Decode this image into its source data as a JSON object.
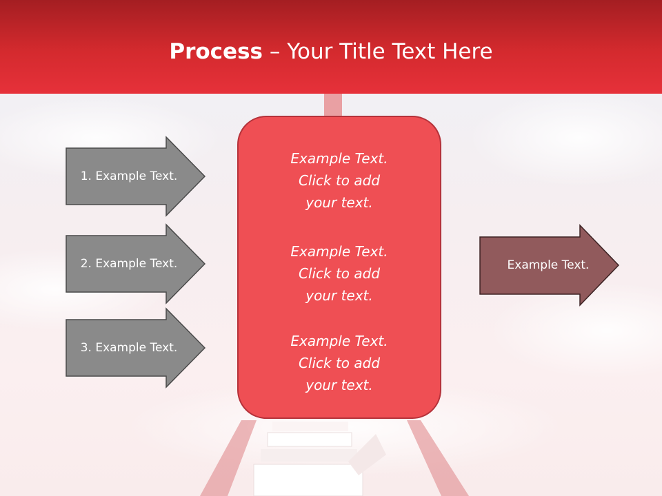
{
  "slide": {
    "title_bold": "Process",
    "title_rest": " – Your Title Text Here"
  },
  "left_arrows": [
    {
      "label": "1. Example Text."
    },
    {
      "label": "2. Example Text."
    },
    {
      "label": "3. Example Text."
    }
  ],
  "center_blocks": [
    {
      "lines": [
        "Example Text.",
        "Click  to add",
        "your text."
      ]
    },
    {
      "lines": [
        "Example Text.",
        "Click  to add",
        "your text."
      ]
    },
    {
      "lines": [
        "Example Text.",
        "Click  to add",
        "your text."
      ]
    }
  ],
  "right_arrow": {
    "label": "Example Text."
  },
  "colors": {
    "header": "#d42a2e",
    "center_box": "#ef4f54",
    "left_arrow_fill": "#8a8a8a",
    "right_arrow_fill": "#915a5c"
  }
}
